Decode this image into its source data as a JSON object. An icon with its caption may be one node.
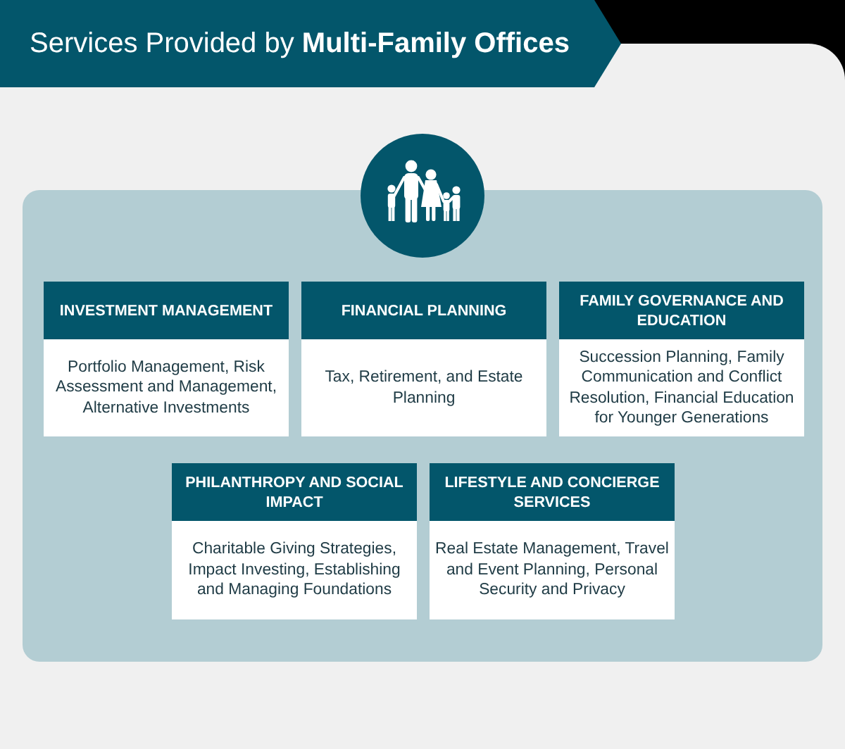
{
  "diagram": {
    "title": "Services Provided by **Multi-Family Offices**",
    "nodes": [
      {
        "text": [],
        "shape": "box"
      },
      {
        "text": [
          "INVESTMENT MANAGEMENT",
          "Portfolio Management, Risk Assessment and Management, Alternative Investments"
        ],
        "in": 0
      },
      {
        "text": [
          "FINANCIAL PLANNING",
          "Tax, Retirement, and Estate Planning"
        ],
        "in": 0
      },
      {
        "text": [
          "FAMILY GOVERNANCE AND EDUCATION",
          "Succession Planning, Family Communication and Conflict Resolution, Financial Education for Younger Generations"
        ],
        "in": 0
      },
      {
        "text": [
          "PHILANTHROPY AND SOCIAL IMPACT",
          "Charitable Giving Strategies, Impact Investing, Establishing and Managing Foundations"
        ],
        "in": 0
      },
      {
        "text": [
          "LIFESTYLE AND CONCIERGE SERVICES",
          "Real Estate Management, Travel and Event Planning, Personal Security and Privacy"
        ],
        "in": 0
      }
    ]
  }
}
